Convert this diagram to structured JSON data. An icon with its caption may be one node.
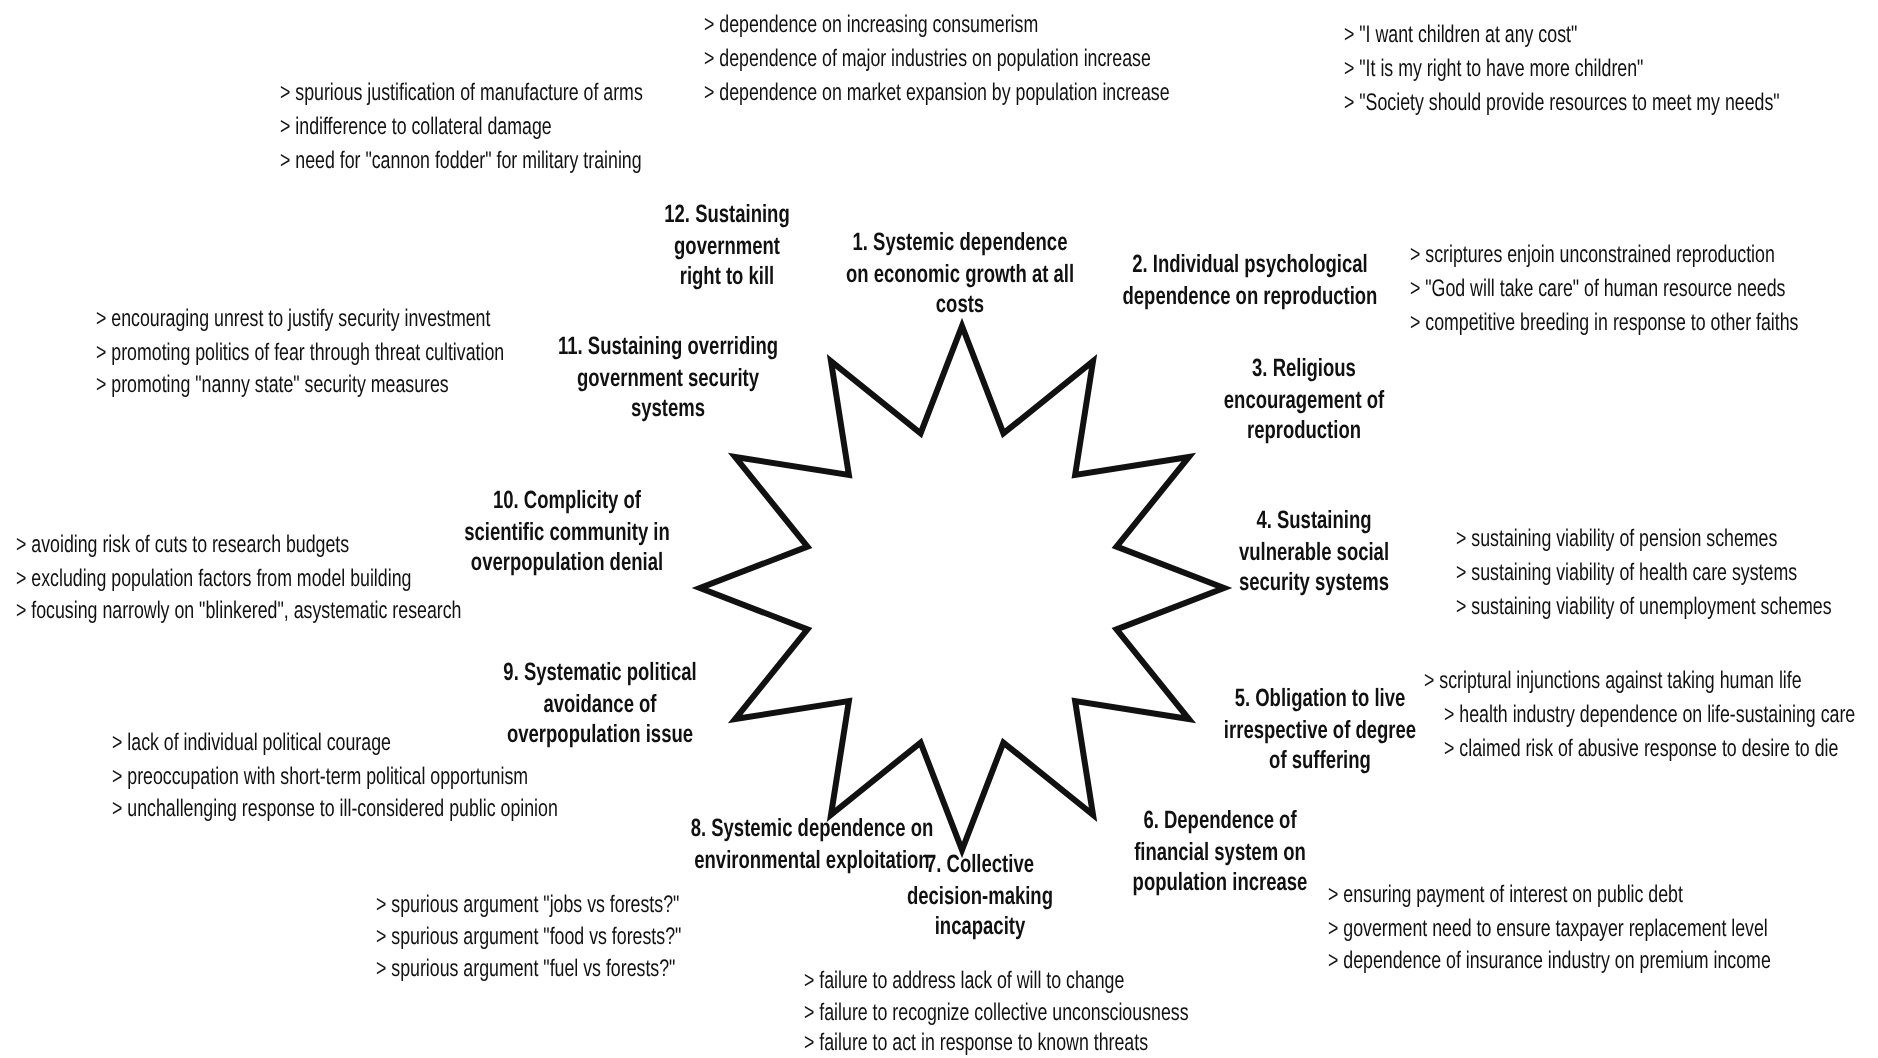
{
  "diagram": {
    "labels": [
      "1. Systemic dependence on economic growth at all costs",
      "> dependence on increasing consumerism",
      "> dependence of major industries on population increase",
      "> dependence on market expansion by population increase",
      "2. Individual psychological dependence on reproduction",
      "> \"I want children at any cost\"",
      "> \"It is my right to have more children\"",
      "> \"Society should provide resources to meet my needs\"",
      "3. Religious encouragement of reproduction",
      "> scriptures enjoin unconstrained reproduction",
      "> \"God will take care\" of human resource needs",
      "> competitive breeding in response to other faiths",
      "4. Sustaining vulnerable social security systems",
      "> sustaining viability of pension schemes",
      "> sustaining viability of health care systems",
      "> sustaining viability of unemployment schemes",
      "5. Obligation to live irrespective of degree of suffering",
      "> scriptural injunctions against taking human life",
      "> health industry dependence on life-sustaining care",
      "> claimed risk of abusive response to desire to die",
      "6. Dependence of financial system on population increase",
      "> ensuring payment of interest on public debt",
      "> goverment need to ensure taxpayer replacement level",
      "> dependence of insurance industry on premium income",
      "7. Collective decision-making incapacity",
      "> failure to address lack of will to change",
      "> failure to recognize collective unconsciousness",
      "> failure to act in response to known threats",
      "8. Systemic  dependence on environmental exploitation",
      "> spurious argument \"jobs vs forests?\"",
      "> spurious argument \"food vs forests?\"",
      "> spurious argument \"fuel vs forests?\"",
      "9. Systematic political avoidance of overpopulation issue",
      "> lack of individual political courage",
      "> preoccupation with short-term political opportunism",
      "> unchallenging response to ill-considered public opinion",
      "10. Complicity of scientific community in overpopulation denial",
      "> avoiding risk of cuts to research budgets",
      "> excluding population factors from model building",
      "> focusing narrowly on \"blinkered\", asystematic research",
      "11. Sustaining overriding government security systems",
      "> encouraging unrest to justify security investment",
      "> promoting politics of fear through threat cultivation",
      "> promoting \"nanny state\" security measures",
      "12. Sustaining government right to kill",
      "> spurious justification of manufacture of arms",
      "> indifference to collateral damage",
      "> need for \"cannon fodder\" for military training"
    ]
  }
}
